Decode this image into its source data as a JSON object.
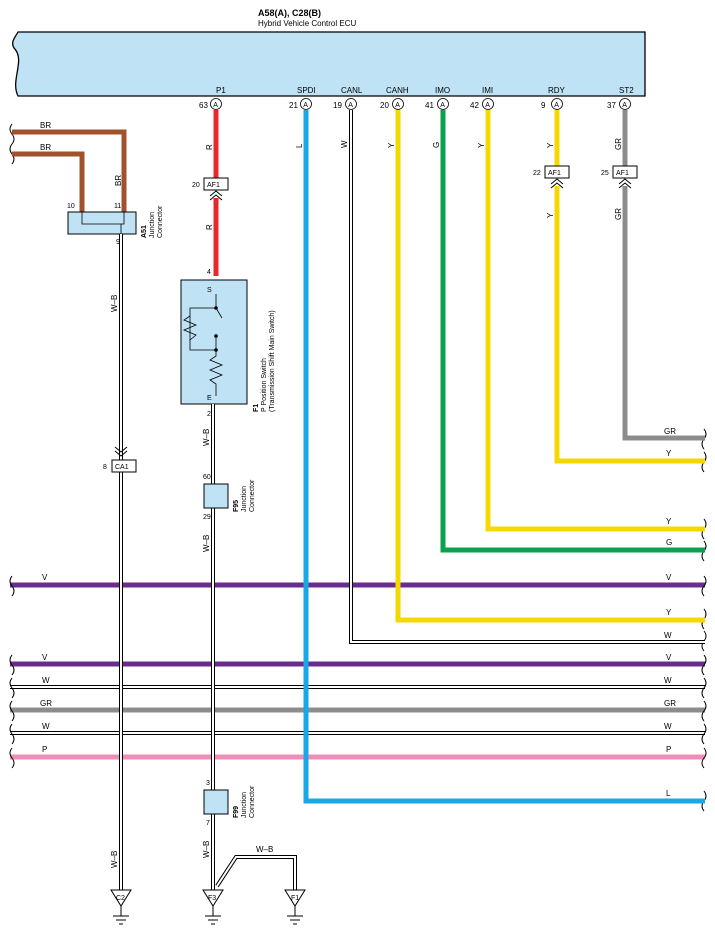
{
  "ecu": {
    "title": "A58(A), C28(B)",
    "subtitle": "Hybrid Vehicle Control ECU"
  },
  "colors": {
    "BR": "#a0522d",
    "R": "#e8262b",
    "L": "#18a8e6",
    "W": "#ffffff",
    "Y": "#f5d800",
    "G": "#0aa14f",
    "GR": "#8c8c8c",
    "V": "#6a2c8e",
    "P": "#f08cba",
    "WB": "#ffffff",
    "ecu_fill": "#bfe3f5",
    "connector_fill": "#bfe3f5"
  },
  "ecu_pins": [
    {
      "name": "P1",
      "num": "63",
      "conn": "A"
    },
    {
      "name": "SPDI",
      "num": "21",
      "conn": "A"
    },
    {
      "name": "CANL",
      "num": "19",
      "conn": "A"
    },
    {
      "name": "CANH",
      "num": "20",
      "conn": "A"
    },
    {
      "name": "IMO",
      "num": "41",
      "conn": "A"
    },
    {
      "name": "IMI",
      "num": "42",
      "conn": "A"
    },
    {
      "name": "RDY",
      "num": "9",
      "conn": "A"
    },
    {
      "name": "ST2",
      "num": "37",
      "conn": "A"
    }
  ],
  "wire_labels": {
    "br_top": "BR",
    "br_bottom": "BR",
    "br_vertical": "BR",
    "p1_upper": "R",
    "p1_lower": "R",
    "spdi": "L",
    "canl": "W",
    "canh": "Y",
    "imo": "G",
    "imi": "Y",
    "rdy_upper": "Y",
    "rdy_lower": "Y",
    "st2_upper": "GR",
    "st2_lower": "GR",
    "a51_down": "W–B",
    "f1_down": "W–B",
    "f95_down": "W–B",
    "f99_down_left": "W–B",
    "c2_down": "W–B",
    "f1_branch": "W–B"
  },
  "inline_connectors": [
    {
      "id": "af1-p1",
      "pin": "20",
      "label": "AF1"
    },
    {
      "id": "af1-rdy",
      "pin": "22",
      "label": "AF1"
    },
    {
      "id": "af1-st2",
      "pin": "25",
      "label": "AF1"
    },
    {
      "id": "ca1",
      "pin": "8",
      "label": "CA1"
    }
  ],
  "a51": {
    "code": "A51",
    "name_line1": "Junction",
    "name_line2": "Connector",
    "pin_left": "10",
    "pin_right": "11",
    "pin_bottom": "9"
  },
  "f1_switch": {
    "code": "F1",
    "name_line1": "P Position Switch",
    "name_line2": "(Transmission Shift Main Switch)",
    "pin_top": "4",
    "term_top": "S",
    "term_bottom": "E",
    "pin_bottom": "2"
  },
  "f95": {
    "code": "F95",
    "name_line1": "Junction",
    "name_line2": "Connector",
    "pin_top": "60",
    "pin_bottom": "29"
  },
  "f99": {
    "code": "F99",
    "name_line1": "Junction",
    "name_line2": "Connector",
    "pin_top": "3",
    "pin_bottom": "7"
  },
  "grounds": [
    {
      "id": "c2",
      "label": "C2"
    },
    {
      "id": "f3",
      "label": "F3"
    },
    {
      "id": "f1",
      "label": "F1"
    }
  ],
  "right_exit_labels": {
    "gr": "GR",
    "y_rdy": "Y",
    "y_imi": "Y",
    "g_imo": "G",
    "y_canh": "Y",
    "w_canl": "W",
    "l_spdi": "L"
  },
  "bus_lines": [
    {
      "color_key": "V",
      "left": "V",
      "right": "V"
    },
    {
      "color_key": "V",
      "left": "V",
      "right": "V"
    },
    {
      "color_key": "W",
      "left": "W",
      "right": "W"
    },
    {
      "color_key": "GR",
      "left": "GR",
      "right": "GR"
    },
    {
      "color_key": "W",
      "left": "W",
      "right": "W"
    },
    {
      "color_key": "P",
      "left": "P",
      "right": "P"
    }
  ]
}
